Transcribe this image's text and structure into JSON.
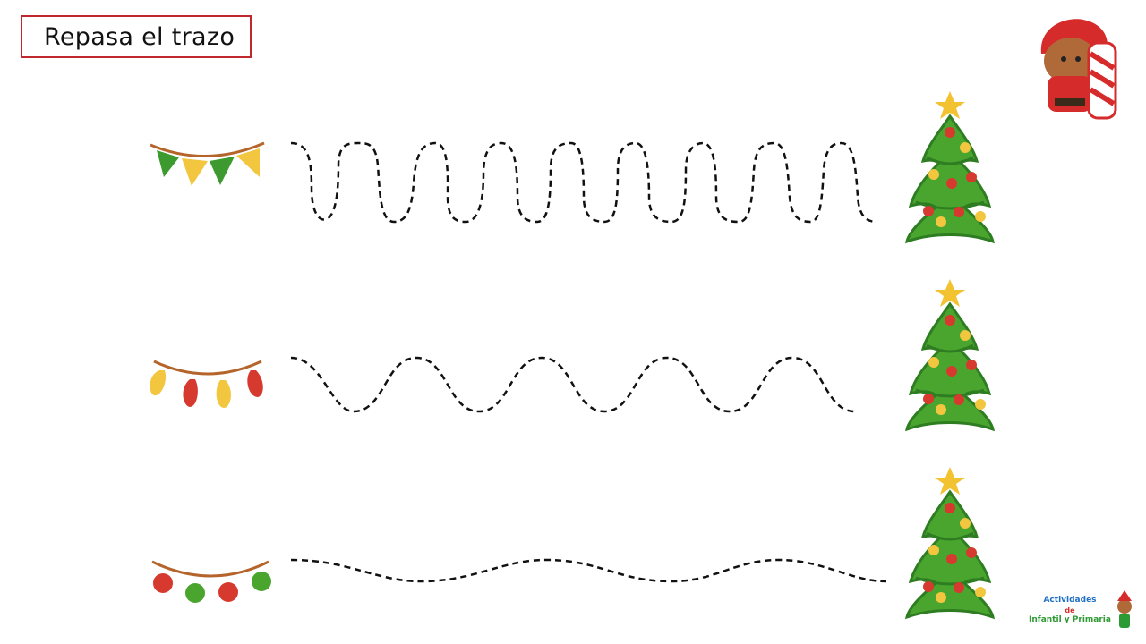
{
  "worksheet": {
    "title": "Repasa el trazo"
  },
  "branding": {
    "line1": "Actividades",
    "line2": "de",
    "line3": "Infantil y Primaria"
  },
  "rows": [
    {
      "decoration": "bunting-flags-icon",
      "path": "tall-loops",
      "goal": "christmas-tree-icon"
    },
    {
      "decoration": "string-lights-icon",
      "path": "medium-waves",
      "goal": "christmas-tree-icon"
    },
    {
      "decoration": "ornament-garland-icon",
      "path": "gentle-waves",
      "goal": "christmas-tree-icon"
    }
  ],
  "colors": {
    "title_border": "#c0282d",
    "trace_line": "#111111",
    "tree_green": "#4aa52e",
    "tree_dark": "#2f7d22",
    "star": "#f2c230",
    "ornament_red": "#d63a2f",
    "ornament_yellow": "#f3c640"
  }
}
